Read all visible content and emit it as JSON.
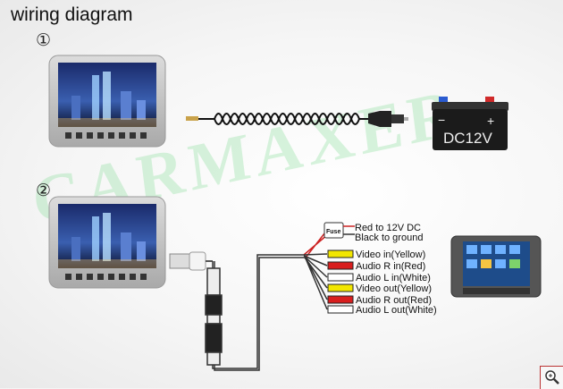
{
  "title": "wiring diagram",
  "steps": [
    "①",
    "②"
  ],
  "watermark": "CARMAXER",
  "battery": {
    "label": "DC12V",
    "minus": "−",
    "plus": "+"
  },
  "fuse": {
    "label": "Fuse"
  },
  "connections": [
    {
      "label": "Red to 12V DC"
    },
    {
      "label": "Black to ground"
    },
    {
      "label": "Video in(Yellow)",
      "color": "#f2e600"
    },
    {
      "label": "Audio R in(Red)",
      "color": "#d81e1e"
    },
    {
      "label": "Audio L in(White)",
      "color": "#ffffff"
    },
    {
      "label": "Video out(Yellow)",
      "color": "#f2e600"
    },
    {
      "label": "Audio R out(Red)",
      "color": "#d81e1e"
    },
    {
      "label": "Audio L out(White)",
      "color": "#ffffff"
    }
  ],
  "colors": {
    "watermark": "#8fe0a0",
    "screen_frame": "#c8c8c8"
  }
}
